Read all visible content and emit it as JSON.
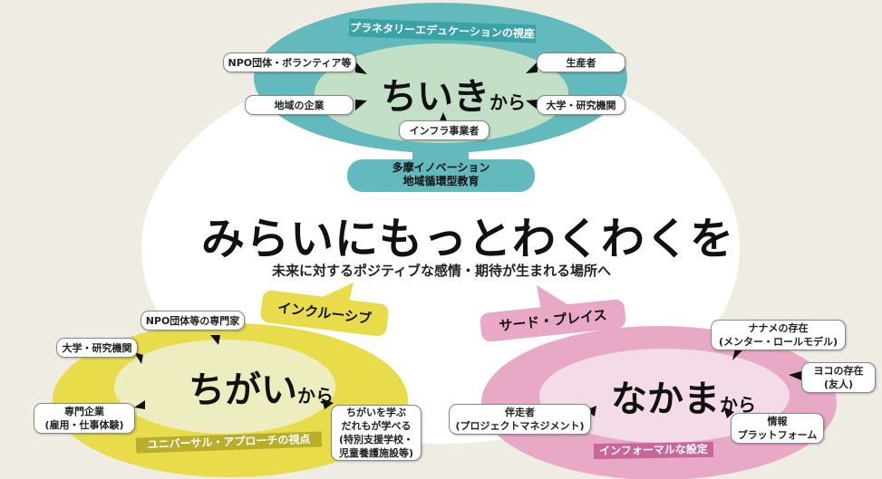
{
  "title": "みらいにもっとわくわくを",
  "subtitle": "未来に対するポジティブな感情・期待が生まれる場所へ",
  "top": {
    "band": "プラネタリーエデュケーションの視座",
    "main": "ちいき",
    "suffix": "から",
    "connector": [
      "多摩イノベーション",
      "地域循環型教育"
    ],
    "boxes": [
      "NPO団体・ボランティア等",
      "地域の企業",
      "インフラ事業者",
      "生産者",
      "大学・研究機関"
    ]
  },
  "left": {
    "tag": "インクルーシブ",
    "band": "ユニバーサル・アプローチの視点",
    "main": "ちがい",
    "suffix": "から",
    "boxes": [
      [
        "NPO団体等の専門家"
      ],
      [
        "大学・研究機関"
      ],
      [
        "専門企業",
        "(雇用・仕事体験)"
      ],
      [
        "ちがいを学ぶ",
        "だれもが学べる",
        "(特別支援学校・",
        "児童養護施設等)"
      ]
    ]
  },
  "right": {
    "tag": "サード・プレイス",
    "band": "インフォーマルな設定",
    "main": "なかま",
    "suffix": "から",
    "boxes": [
      [
        "ナナメの存在",
        "(メンター・ロールモデル)"
      ],
      [
        "ヨコの存在",
        "(友人)"
      ],
      [
        "伴走者",
        "(プロジェクトマネジメント)"
      ],
      [
        "情報",
        "プラットフォーム"
      ]
    ]
  },
  "colors": {
    "teal": "#62babd",
    "green": "#c3e0c6",
    "yellow": "#e8dc4a",
    "yellowLight": "#eeedc0",
    "pink": "#e8a9c6",
    "pinkLight": "#f3dbe8",
    "pinkDark": "#c9679b",
    "bg": "#efede3"
  }
}
